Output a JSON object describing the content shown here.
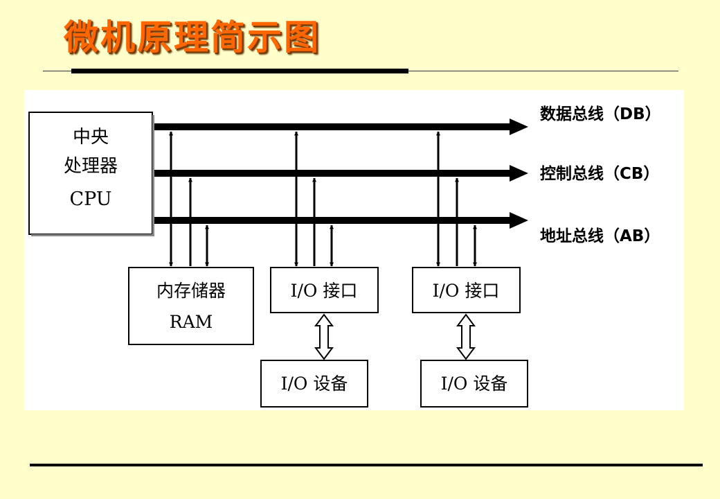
{
  "title": "微机原理简示图",
  "diagram": {
    "cpu": {
      "lines": [
        "中央",
        "处理器",
        "CPU"
      ]
    },
    "memory": {
      "lines": [
        "内存储器",
        "RAM"
      ]
    },
    "io_interfaces": [
      "I/O 接口",
      "I/O 接口"
    ],
    "io_devices": [
      "I/O 设备",
      "I/O 设备"
    ],
    "buses": [
      {
        "label": "数据总线（DB）"
      },
      {
        "label": "控制总线（CB）"
      },
      {
        "label": "地址总线（AB）"
      }
    ]
  }
}
